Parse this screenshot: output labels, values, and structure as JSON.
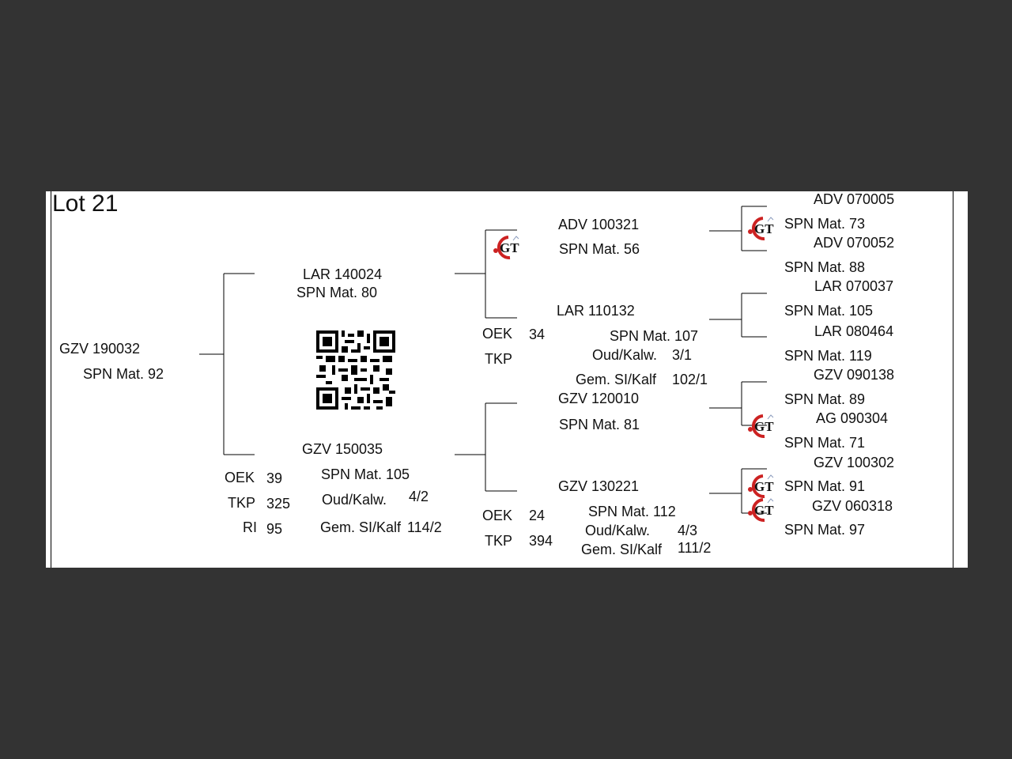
{
  "lot_title": "Lot 21",
  "subject": {
    "id": "GZV 190032",
    "spn": "SPN Mat. 92"
  },
  "sire": {
    "id": "LAR 140024",
    "spn": "SPN Mat. 80"
  },
  "dam": {
    "id": "GZV 150035",
    "spn": "SPN Mat. 105",
    "oek_label": "OEK",
    "oek_value": "39",
    "tkp_label": "TKP",
    "tkp_value": "325",
    "ri_label": "RI",
    "ri_value": "95",
    "oud_label": "Oud/Kalw.",
    "oud_value": "4/2",
    "gem_label": "Gem. SI/Kalf",
    "gem_value": "114/2"
  },
  "sire_sire": {
    "id": "ADV 100321",
    "spn": "SPN Mat. 56"
  },
  "sire_dam": {
    "id": "LAR 110132",
    "spn": "SPN Mat. 107",
    "oek_label": "OEK",
    "oek_value": "34",
    "tkp_label": "TKP",
    "oud_label": "Oud/Kalw.",
    "oud_value": "3/1",
    "gem_label": "Gem. SI/Kalf",
    "gem_value": "102/1"
  },
  "dam_sire": {
    "id": "GZV 120010",
    "spn": "SPN Mat. 81"
  },
  "dam_dam": {
    "id": "GZV 130221",
    "spn": "SPN Mat. 112",
    "oek_label": "OEK",
    "oek_value": "24",
    "tkp_label": "TKP",
    "tkp_value": "394",
    "oud_label": "Oud/Kalw.",
    "oud_value": "4/3",
    "gem_label": "Gem. SI/Kalf",
    "gem_value": "111/2"
  },
  "gen3": [
    {
      "id": "ADV 070005",
      "spn": "SPN Mat. 73"
    },
    {
      "id": "ADV 070052",
      "spn": "SPN Mat. 88"
    },
    {
      "id": "LAR 070037",
      "spn": "SPN Mat. 105"
    },
    {
      "id": "LAR 080464",
      "spn": "SPN Mat. 119"
    },
    {
      "id": "GZV 090138",
      "spn": "SPN Mat. 89"
    },
    {
      "id": "AG  090304",
      "spn": "SPN Mat. 71"
    },
    {
      "id": "GZV 100302",
      "spn": "SPN Mat. 91"
    },
    {
      "id": "GZV 060318",
      "spn": "SPN Mat. 97"
    }
  ],
  "logo_text": "GT",
  "colors": {
    "backdrop": "#333333",
    "paper": "#ffffff",
    "logo_red": "#cc2222",
    "text": "#111111"
  }
}
